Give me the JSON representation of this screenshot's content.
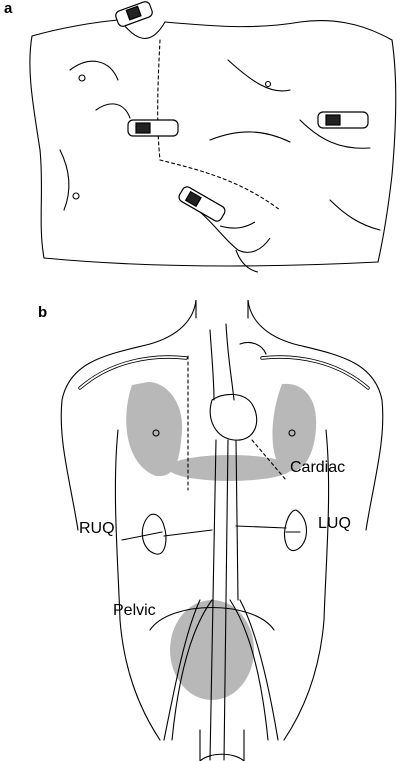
{
  "panel_a": {
    "letter": "a"
  },
  "panel_b": {
    "letter": "b",
    "labels": {
      "cardiac": "Cardiac",
      "ruq": "RUQ",
      "luq": "LUQ",
      "pelvic": "Pelvic"
    }
  },
  "colors": {
    "line": "#000000",
    "shade": "#b8b8b8"
  }
}
